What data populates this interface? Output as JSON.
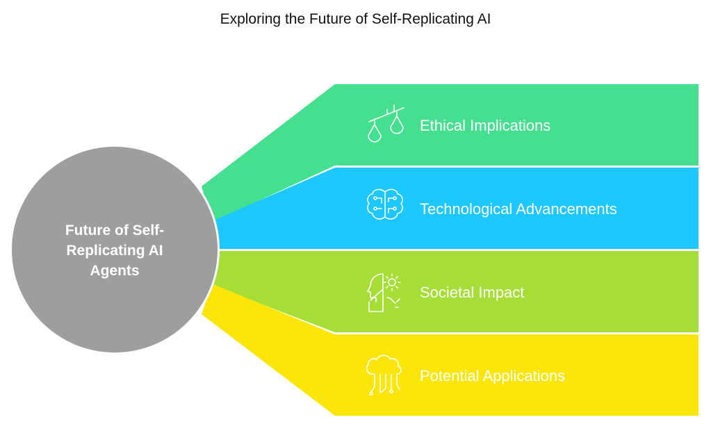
{
  "title": "Exploring the Future of Self-Replicating AI",
  "center": {
    "lines": [
      "Future of Self-",
      "Replicating AI",
      "Agents"
    ],
    "color": "#9e9e9e"
  },
  "branches": [
    {
      "label": "Ethical Implications",
      "color": "#44e090",
      "icon": "scales-icon"
    },
    {
      "label": "Technological Advancements",
      "color": "#1cc8ff",
      "icon": "circuit-brain-icon"
    },
    {
      "label": "Societal Impact",
      "color": "#a6dd36",
      "icon": "head-gear-icon"
    },
    {
      "label": "Potential Applications",
      "color": "#fce508",
      "icon": "cloud-circuit-icon"
    }
  ]
}
